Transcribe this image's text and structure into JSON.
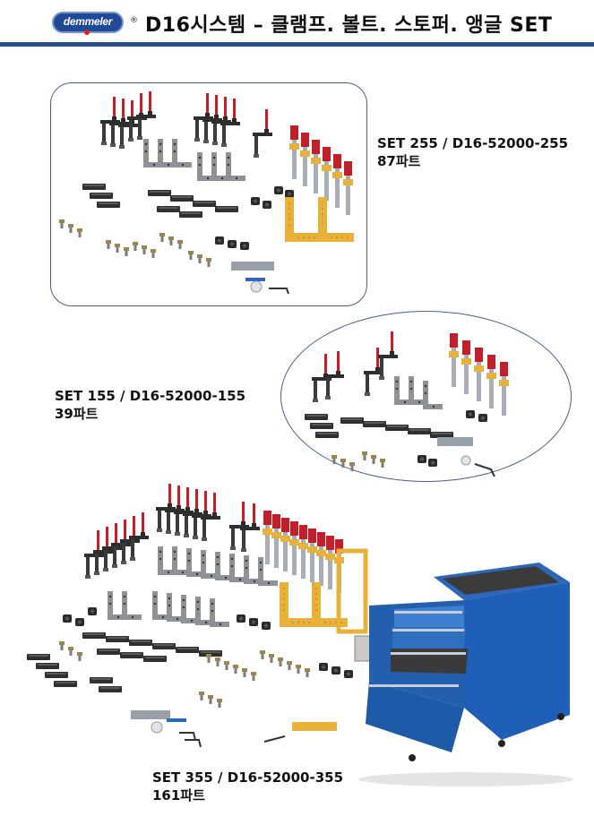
{
  "header": {
    "brand": "demmeler",
    "registered": "®",
    "title": "D16시스템 – 클램프. 볼트. 스토퍼. 앵글  SET",
    "rule_color": "#2a4f8f",
    "brand_color": "#1f4a97"
  },
  "sets": [
    {
      "name": "SET 255 / D16-52000-255",
      "parts": "87파트"
    },
    {
      "name": "SET 155 / D16-52000-155",
      "parts": "39파트"
    },
    {
      "name": "SET 355 / D16-52000-355",
      "parts": "161파트"
    }
  ],
  "colors": {
    "clamp_handle": "#c0202a",
    "steel_dark": "#3a3a3a",
    "steel_gray": "#8e9196",
    "angle_yellow": "#e8b23a",
    "cabinet_blue": "#1f5fb8",
    "frame_border": "#4b5d8a"
  }
}
